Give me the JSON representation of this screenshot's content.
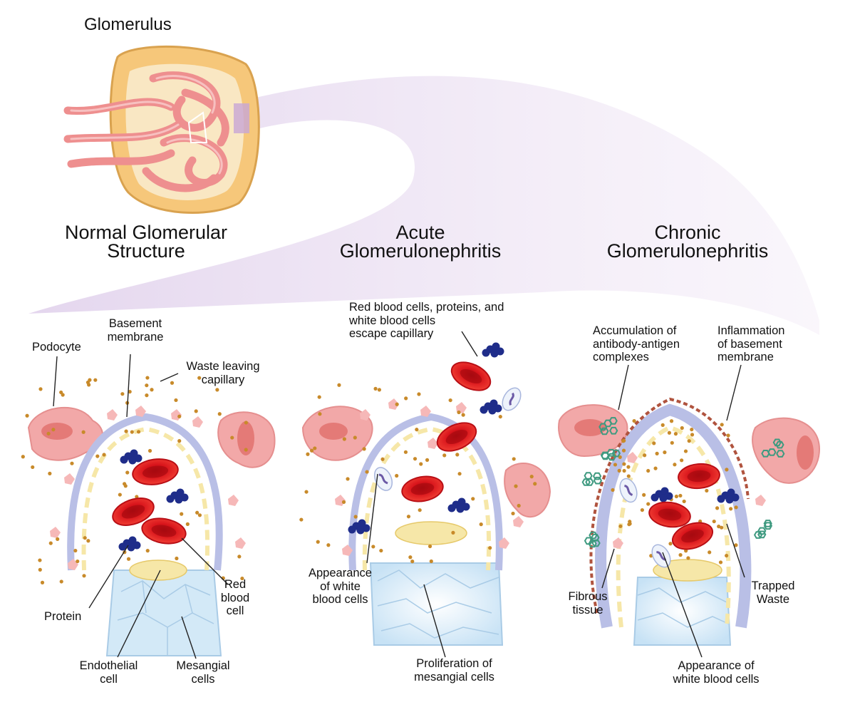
{
  "header": {
    "glomerulus_label": "Glomerulus"
  },
  "panels": {
    "normal": {
      "title": "Normal Glomerular\nStructure",
      "labels": {
        "podocyte": "Podocyte",
        "basement_membrane": "Basement\nmembrane",
        "waste_leaving": "Waste leaving\ncapillary",
        "protein": "Protein",
        "red_blood_cell": "Red\nblood\ncell",
        "endothelial_cell": "Endothelial\ncell",
        "mesangial_cells": "Mesangial\ncells"
      }
    },
    "acute": {
      "title": "Acute\nGlomerulonephritis",
      "labels": {
        "escape": "Red blood cells, proteins, and\nwhite blood cells\nescape capillary",
        "wbc": "Appearance\nof white\nblood cells",
        "proliferation": "Proliferation of\nmesangial cells"
      }
    },
    "chronic": {
      "title": "Chronic\nGlomerulonephritis",
      "labels": {
        "accumulation": "Accumulation of\nantibody-antigen\ncomplexes",
        "inflammation": "Inflammation\nof basement\nmembrane",
        "fibrous": "Fibrous\ntissue",
        "trapped_waste": "Trapped\nWaste",
        "wbc": "Appearance of\nwhite blood cells"
      }
    }
  },
  "colors": {
    "capsule": "#f6c77a",
    "capillary": "#f0a0a0",
    "rbc": "#d8141b",
    "protein": "#1f2d8a",
    "membrane": "#b9bfe6",
    "podocyte": "#f2a8a8",
    "mesangial": "#d3e9f7",
    "endothelial": "#f6e7a8",
    "waste": "#c88a2a",
    "complex": "#3f9a80",
    "sweep": "#eadff2"
  }
}
